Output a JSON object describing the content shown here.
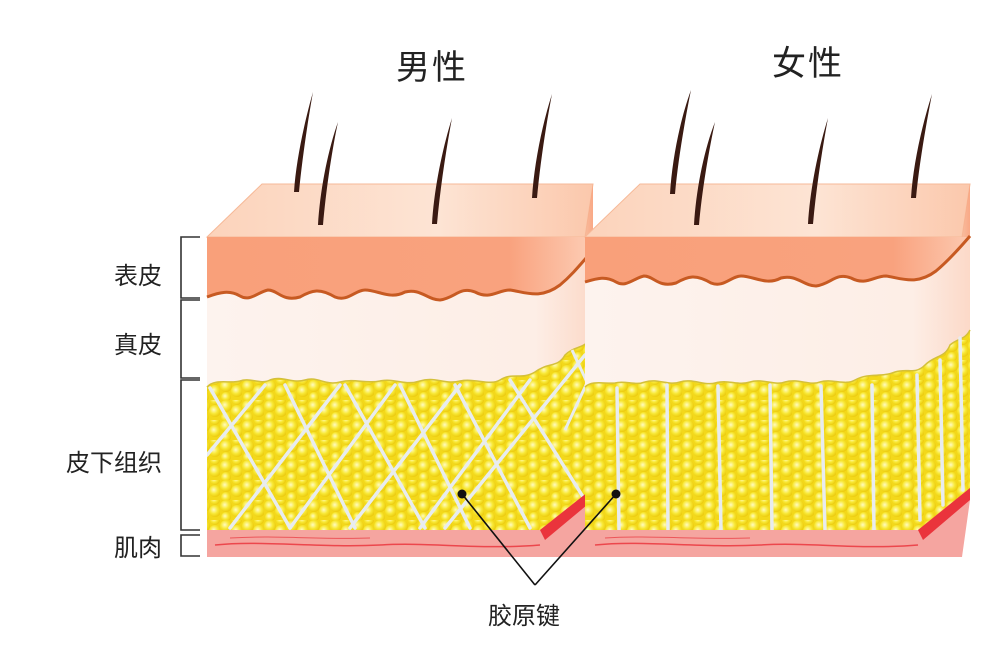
{
  "titles": {
    "male": "男性",
    "female": "女性"
  },
  "layers": [
    {
      "id": "epidermis",
      "label": "表皮"
    },
    {
      "id": "dermis",
      "label": "真皮"
    },
    {
      "id": "subcutaneous",
      "label": "皮下组织"
    },
    {
      "id": "muscle",
      "label": "肌肉"
    }
  ],
  "callout": {
    "label": "胶原键"
  },
  "colors": {
    "epidermis": "#f9a27e",
    "epidermis_top": "#fcd0b6",
    "epidermis_edge": "#c75a22",
    "dermis": "#fdeee6",
    "fat": "#f5e21a",
    "fat_highlight": "#fff7a0",
    "collagen": "#e8ecef",
    "muscle": "#f5a0a0",
    "muscle_dark": "#e8202a",
    "hair": "#3a1a12"
  }
}
